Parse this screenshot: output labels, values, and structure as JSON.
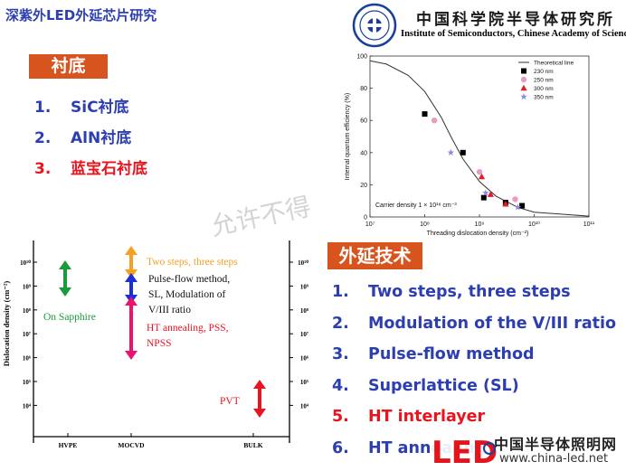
{
  "header": {
    "title": "深紫外LED外延芯片研究",
    "institute_cn": "中国科学院半导体研究所",
    "institute_en": "Institute of Semiconductors, Chinese Academy of Sciences"
  },
  "substrate": {
    "heading": "衬底",
    "items": [
      {
        "num": "1.",
        "label": "SiC衬底",
        "color": "#2d3fb0"
      },
      {
        "num": "2.",
        "label": "AlN衬底",
        "color": "#2d3fb0"
      },
      {
        "num": "3.",
        "label": "蓝宝石衬底",
        "color": "#e8141e"
      }
    ]
  },
  "epitaxy": {
    "heading": "外延技术",
    "items": [
      {
        "num": "1.",
        "label": "Two steps, three steps",
        "color": "#2d3fb0"
      },
      {
        "num": "2.",
        "label": "Modulation of the V/III ratio",
        "color": "#2d3fb0"
      },
      {
        "num": "3.",
        "label": "Pulse-flow method",
        "color": "#2d3fb0"
      },
      {
        "num": "4.",
        "label": "Superlattice (SL)",
        "color": "#2d3fb0"
      },
      {
        "num": "5.",
        "label": "HT interlayer",
        "color": "#e8141e"
      },
      {
        "num": "6.",
        "label": "HT annealing",
        "color": "#2d3fb0"
      }
    ]
  },
  "watermark": "允许不得",
  "dislocation_panel": {
    "ylabel": "Dislocation density (cm⁻²)",
    "ticks": [
      "10¹⁰",
      "10⁹",
      "10⁸",
      "10⁷",
      "10⁶",
      "10⁵",
      "10⁴"
    ],
    "categories": [
      "HVPE",
      "MOCVD",
      "BULK"
    ],
    "on_sapphire": "On Sapphire",
    "annot_two_steps": "Two steps, three steps",
    "annot_pulse": [
      "Pulse-flow method,",
      "SL, Modulation of",
      "V/III ratio"
    ],
    "annot_ht": [
      "HT annealing, PSS,",
      "NPSS"
    ],
    "pvt": "PVT",
    "colors": {
      "green": "#1a9a3a",
      "orange": "#f5a020",
      "blue": "#1a2fd8",
      "pink": "#e8146e",
      "red": "#e81422"
    }
  },
  "chart_data": {
    "type": "scatter",
    "xlabel": "Threading dislocation density (cm⁻²)",
    "ylabel": "Internal quantum efficiency (%)",
    "x_scale": "log",
    "xlim": [
      10000000.0,
      100000000000.0
    ],
    "ylim": [
      0,
      100
    ],
    "x_ticks": [
      "10⁷",
      "10⁸",
      "10⁹",
      "10¹⁰",
      "10¹¹"
    ],
    "y_ticks": [
      0,
      20,
      40,
      60,
      80,
      100
    ],
    "annotation": "Carrier density 1 × 10¹⁸ cm⁻³",
    "legend_position": "top-right",
    "theoretical": {
      "name": "Theoretical line",
      "x": [
        10000000.0,
        20000000.0,
        50000000.0,
        100000000.0,
        200000000.0,
        300000000.0,
        500000000.0,
        1000000000.0,
        2000000000.0,
        5000000000.0,
        10000000000.0,
        100000000000.0
      ],
      "y": [
        97,
        95,
        88,
        78,
        62,
        50,
        36,
        22,
        13,
        6,
        3,
        0.5
      ]
    },
    "series": [
      {
        "name": "230 nm",
        "marker": "square",
        "color": "#000000",
        "x": [
          100000000.0,
          500000000.0,
          1200000000.0,
          3000000000.0,
          6000000000.0
        ],
        "y": [
          64,
          40,
          12,
          9,
          7
        ]
      },
      {
        "name": "250 nm",
        "marker": "circle",
        "color": "#e89ac0",
        "x": [
          150000000.0,
          1000000000.0,
          4500000000.0
        ],
        "y": [
          60,
          28,
          11
        ]
      },
      {
        "name": "300 nm",
        "marker": "triangle",
        "color": "#e01e2a",
        "x": [
          1100000000.0,
          1600000000.0,
          3000000000.0
        ],
        "y": [
          25,
          14,
          8
        ]
      },
      {
        "name": "350 nm",
        "marker": "star",
        "color": "#8a8ad8",
        "x": [
          300000000.0,
          1300000000.0,
          5000000000.0
        ],
        "y": [
          40,
          15,
          6
        ]
      }
    ]
  },
  "footer": {
    "logo_letters": "LED",
    "cn": "中国半导体照明网",
    "url": "www.china-led.net"
  }
}
